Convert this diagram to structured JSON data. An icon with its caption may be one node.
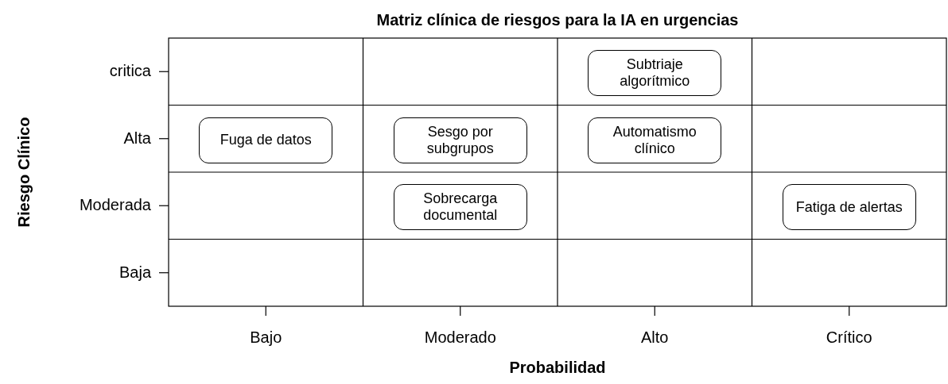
{
  "diagram": {
    "title": "Matriz clínica de riesgos para la IA en urgencias",
    "nodes": [
      {
        "text": [
          "Subtriaje algorítmico"
        ]
      },
      {
        "text": [
          "Fuga de datos"
        ]
      },
      {
        "text": [
          "Sesgo por subgrupos"
        ]
      },
      {
        "text": [
          "Automatismo clínico"
        ]
      },
      {
        "text": [
          "Sobrecarga documental"
        ]
      },
      {
        "text": [
          "Fatiga de alertas"
        ]
      }
    ],
    "edges": [],
    "labels": [
      "Riesgo Clínico",
      "critica",
      "Alta",
      "Moderada",
      "Baja",
      "Bajo",
      "Moderado",
      "Alto",
      "Crítico",
      "Probabilidad"
    ]
  }
}
